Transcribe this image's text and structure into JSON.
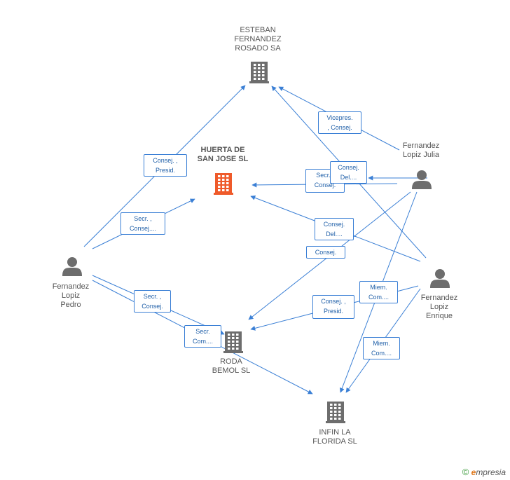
{
  "nodes": [
    {
      "id": "esteban",
      "label": "ESTEBAN\nFERNANDEZ\nROSADO SA",
      "type": "company",
      "focus": false
    },
    {
      "id": "huerta",
      "label": "HUERTA DE\nSAN JOSE SL",
      "type": "company",
      "focus": true
    },
    {
      "id": "roda",
      "label": "RODA\nBEMOL SL",
      "type": "company",
      "focus": false
    },
    {
      "id": "infin",
      "label": "INFIN LA\nFLORIDA SL",
      "type": "company",
      "focus": false
    },
    {
      "id": "pedro",
      "label": "Fernandez\nLopiz\nPedro",
      "type": "person",
      "focus": false
    },
    {
      "id": "julia",
      "label": "Fernandez\nLopiz Julia",
      "type": "person",
      "focus": false
    },
    {
      "id": "enrique",
      "label": "Fernandez\nLopiz\nEnrique",
      "type": "person",
      "focus": false
    }
  ],
  "edges": [
    {
      "from": "pedro",
      "to": "esteban",
      "label": "Consej. ,\nPresid."
    },
    {
      "from": "pedro",
      "to": "huerta",
      "label": "Secr. ,\nConsej...."
    },
    {
      "from": "pedro",
      "to": "roda",
      "label": "Secr. ,\nConsej."
    },
    {
      "from": "pedro",
      "to": "infin",
      "label": "Secr.\nCom...."
    },
    {
      "from": "julia",
      "to": "esteban",
      "label": "Vicepres.\n, Consej."
    },
    {
      "from": "julia",
      "to": "huerta",
      "label": "Secr. ,\nConsej."
    },
    {
      "from": "julia",
      "to": "roda",
      "label": "Consej."
    },
    {
      "from": "julia",
      "to": "infin",
      "label": "Miem.\nCom...."
    },
    {
      "from": "enrique",
      "to": "esteban",
      "label": ""
    },
    {
      "from": "enrique",
      "to": "huerta",
      "label": "Consej.\nDel...."
    },
    {
      "from": "enrique",
      "to": "huerta",
      "label": "Consej.\nDel...."
    },
    {
      "from": "enrique",
      "to": "roda",
      "label": "Consej. ,\nPresid."
    },
    {
      "from": "enrique",
      "to": "infin",
      "label": "Miem.\nCom...."
    }
  ],
  "footer": {
    "copyright": "©",
    "brand_initial": "e",
    "brand_rest": "mpresia"
  },
  "colors": {
    "company": "#6d6d6d",
    "focus_company": "#ef5a2a",
    "person": "#6d6d6d",
    "edge": "#3a7fd5"
  }
}
